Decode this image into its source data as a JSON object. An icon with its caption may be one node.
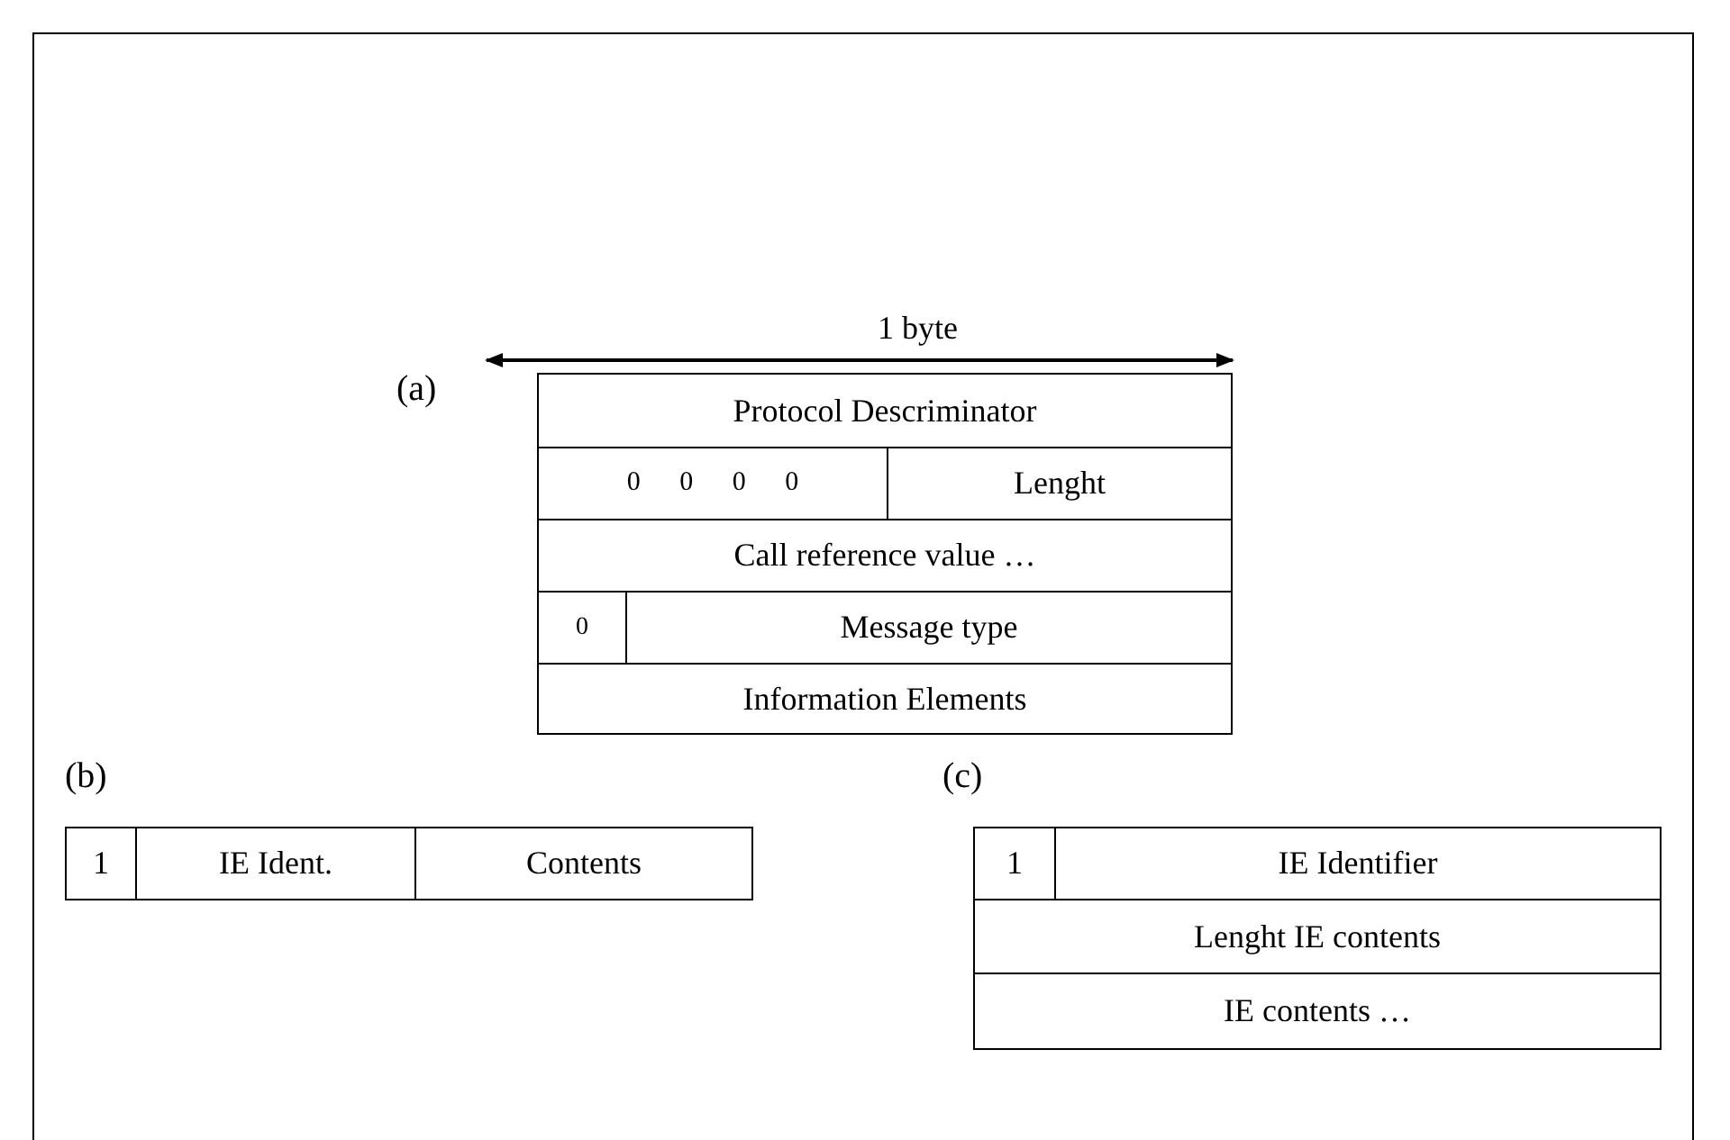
{
  "diagram": {
    "nodes": [
      {
        "text": [
          "Protocol Descriminator"
        ]
      },
      {
        "text": [
          "0 0 0 0"
        ]
      },
      {
        "text": [
          "Lenght"
        ]
      },
      {
        "text": [
          "Call reference value …"
        ]
      },
      {
        "text": [
          "0"
        ]
      },
      {
        "text": [
          "Message type"
        ]
      },
      {
        "text": [
          "Information Elements"
        ]
      },
      {
        "text": [
          "1"
        ]
      },
      {
        "text": [
          "IE Ident."
        ]
      },
      {
        "text": [
          "Contents"
        ]
      },
      {
        "text": [
          "1"
        ]
      },
      {
        "text": [
          "IE Identifier"
        ]
      },
      {
        "text": [
          "Lenght IE contents"
        ]
      },
      {
        "text": [
          "IE contents …"
        ]
      }
    ],
    "labels": [
      "1 byte",
      "(a)",
      "(b)",
      "(c)"
    ]
  }
}
